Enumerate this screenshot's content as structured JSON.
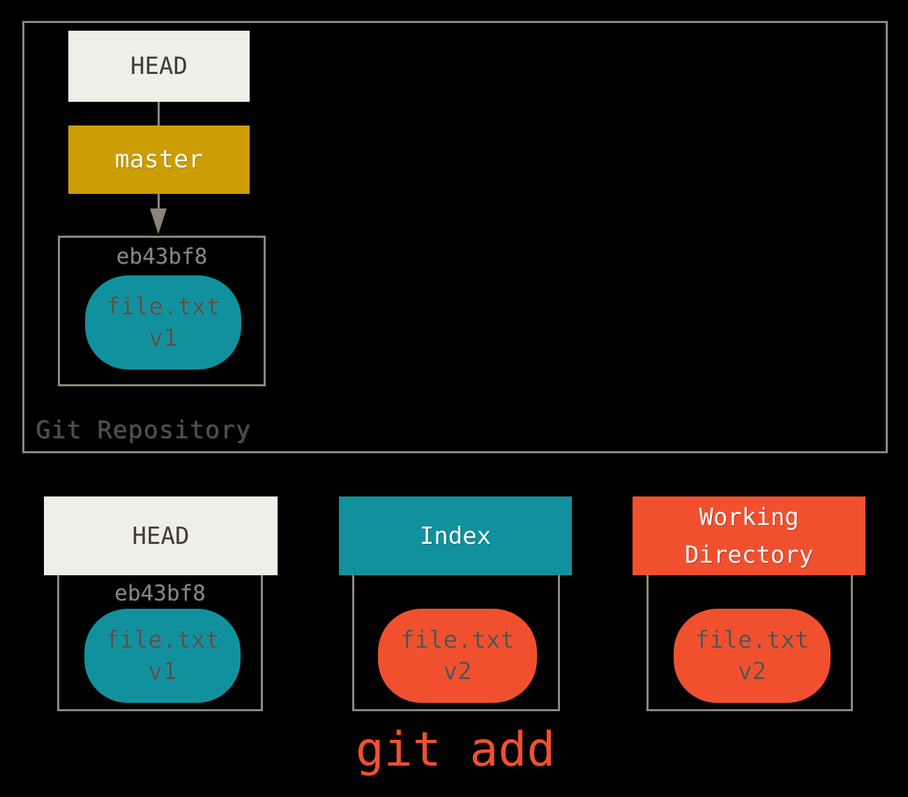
{
  "colors": {
    "background": "#000000",
    "border_gray": "#8E8880",
    "cream": "#EFEEE7",
    "branch_gold": "#CC9E03",
    "teal": "#11919E",
    "orange": "#F1502F",
    "dark_text": "#403B36",
    "hash_gray": "#8A8680",
    "pill_text": "#55504A",
    "white_text": "#FFFFFF"
  },
  "repository": {
    "label": "Git Repository",
    "head_label": "HEAD",
    "branch_label": "master",
    "commit_hash": "eb43bf8",
    "file": {
      "name": "file.txt",
      "version": "v1"
    }
  },
  "columns": {
    "head": {
      "title": "HEAD",
      "hash": "eb43bf8",
      "file": {
        "name": "file.txt",
        "version": "v1"
      }
    },
    "index": {
      "title": "Index",
      "file": {
        "name": "file.txt",
        "version": "v2"
      }
    },
    "working": {
      "title": "Working Directory",
      "file": {
        "name": "file.txt",
        "version": "v2"
      }
    }
  },
  "command_label": "git add"
}
